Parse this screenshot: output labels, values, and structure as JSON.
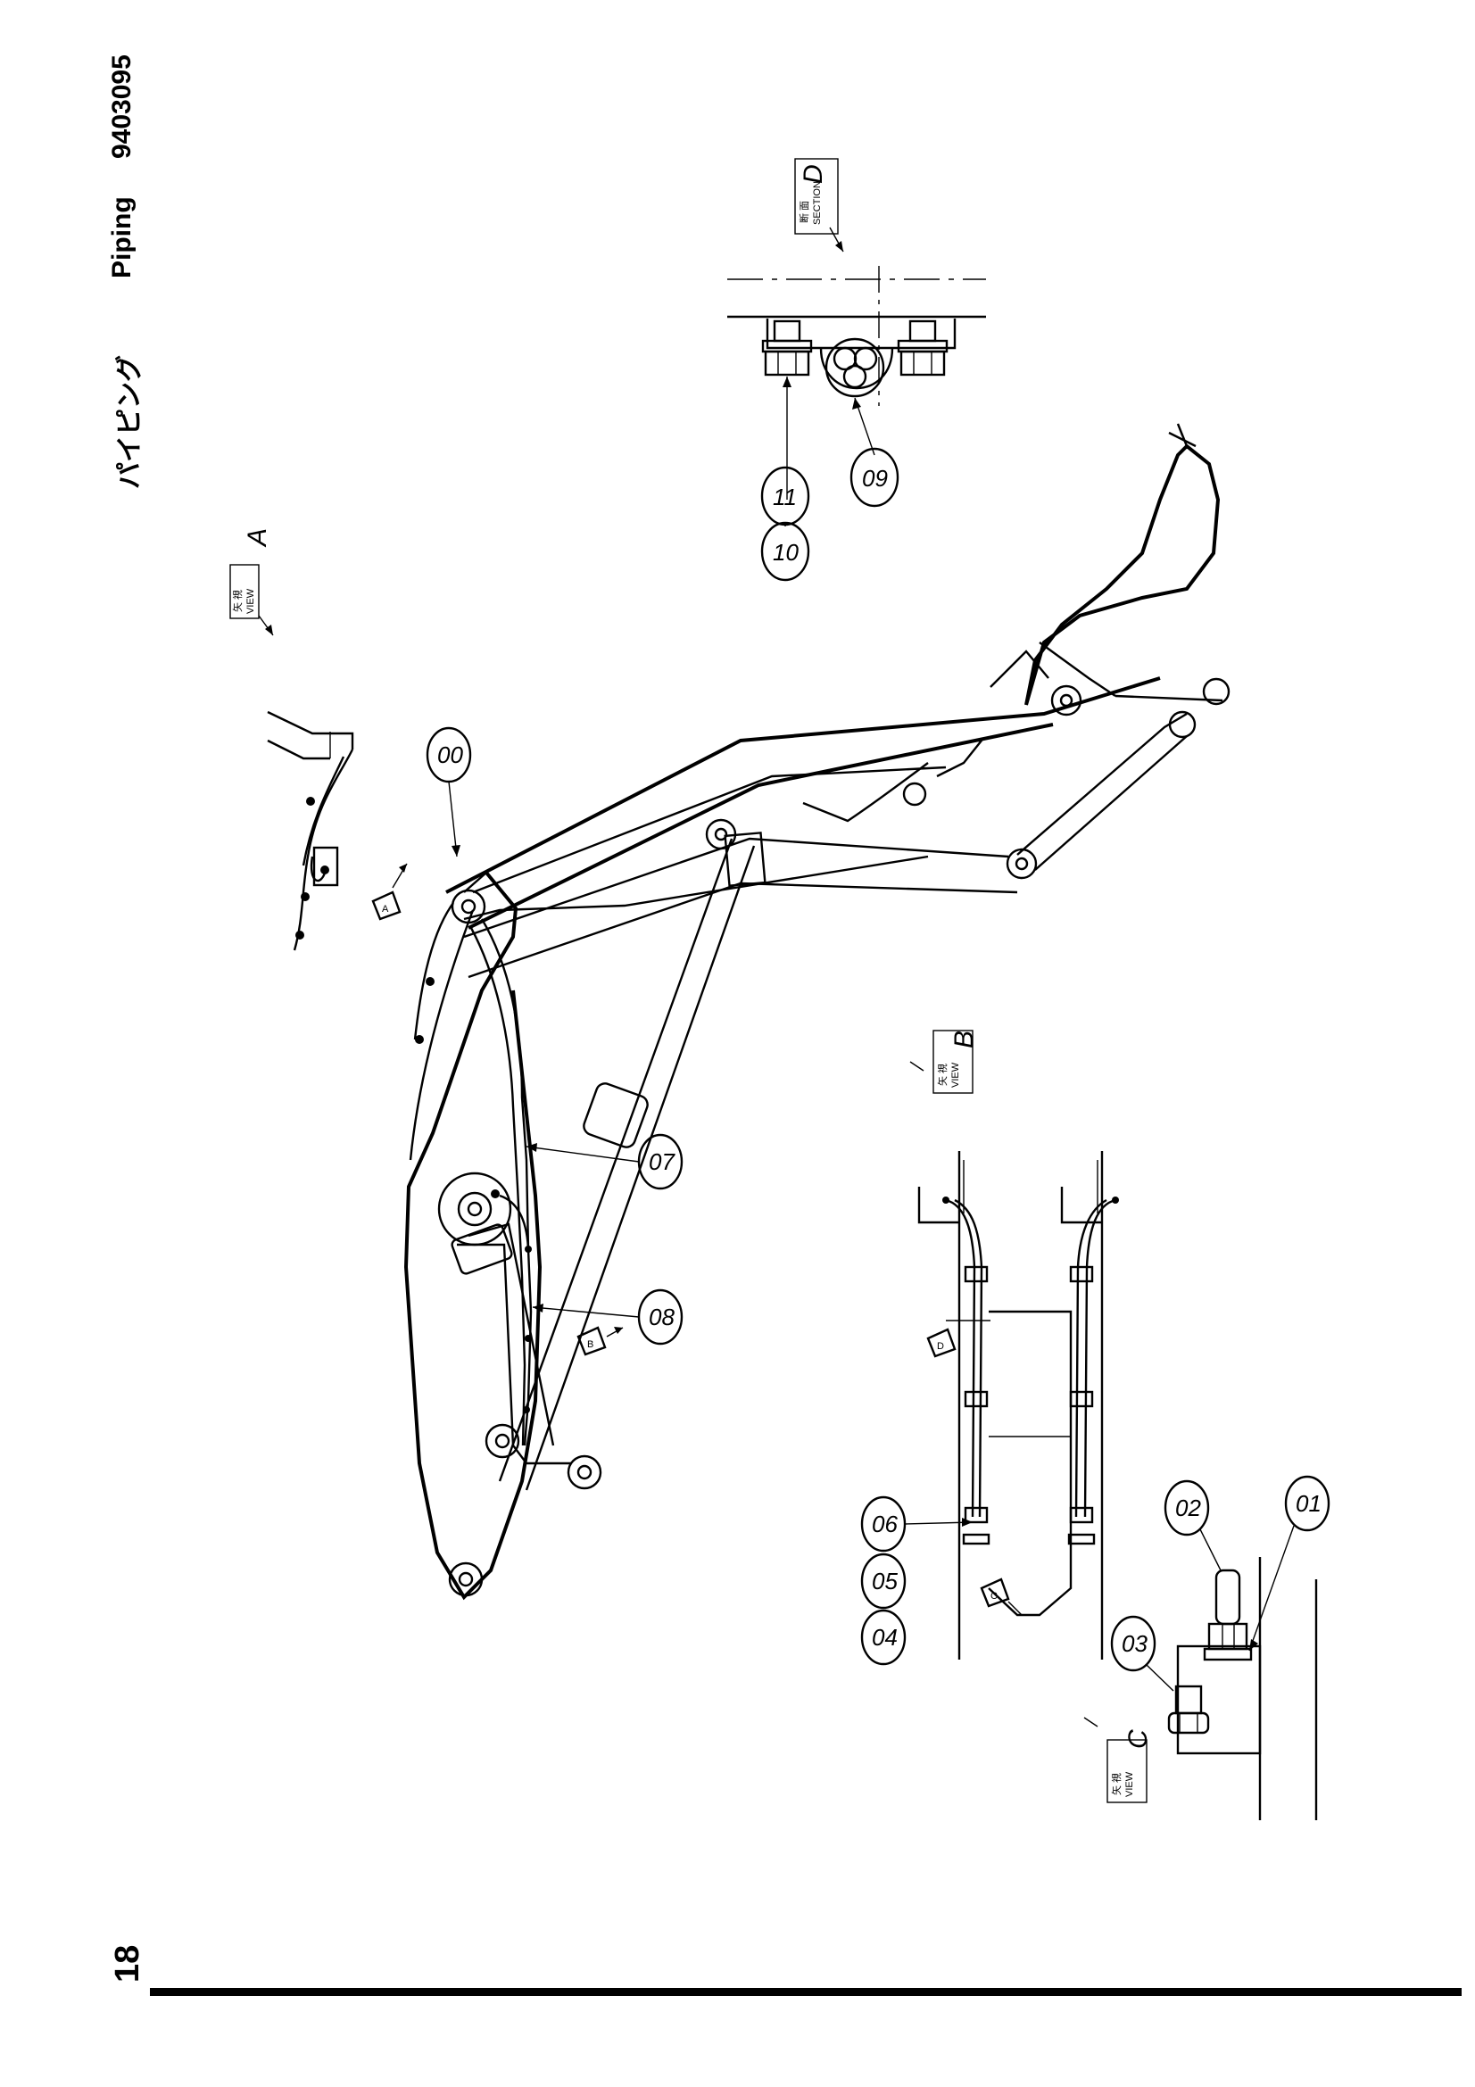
{
  "header": {
    "title_jp": "パイピング",
    "title_en": "Piping",
    "doc_number": "9403095"
  },
  "footer": {
    "page_number": "18"
  },
  "views": {
    "view_a": {
      "small": "矢 視",
      "word": "VIEW",
      "letter": "A"
    },
    "view_b": {
      "small": "矢 視",
      "word": "VIEW",
      "letter": "B"
    },
    "view_c": {
      "small": "矢 視",
      "word": "VIEW",
      "letter": "C"
    },
    "section_d": {
      "small": "断 面",
      "word": "SECTION",
      "letter": "D"
    }
  },
  "markers": {
    "a": "A",
    "b": "B",
    "c": "C",
    "d": "D"
  },
  "callouts": {
    "p00": "00",
    "p01": "01",
    "p02": "02",
    "p03": "03",
    "p04": "04",
    "p05": "05",
    "p06": "06",
    "p07": "07",
    "p08": "08",
    "p09": "09",
    "p10": "10",
    "p11": "11"
  }
}
